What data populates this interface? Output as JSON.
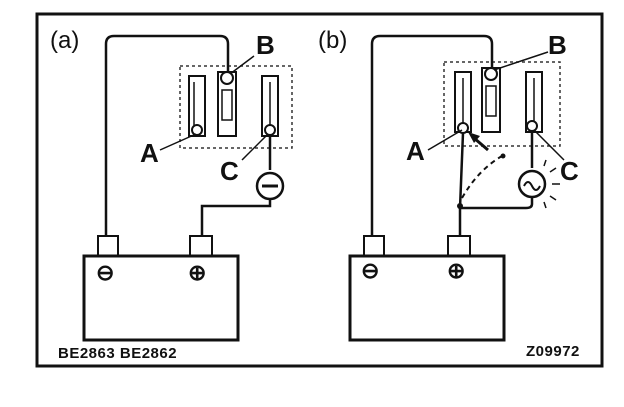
{
  "panel_a": {
    "label": "(a)",
    "terminal_a": "A",
    "terminal_b": "B",
    "terminal_c": "C",
    "neg_symbol": "⊖",
    "pos_symbol": "⊕"
  },
  "panel_b": {
    "label": "(b)",
    "terminal_a": "A",
    "terminal_b": "B",
    "terminal_c": "C",
    "neg_symbol": "⊖",
    "pos_symbol": "⊕"
  },
  "footer": {
    "left_code": "BE2863  BE2862",
    "right_code": "Z09972"
  }
}
